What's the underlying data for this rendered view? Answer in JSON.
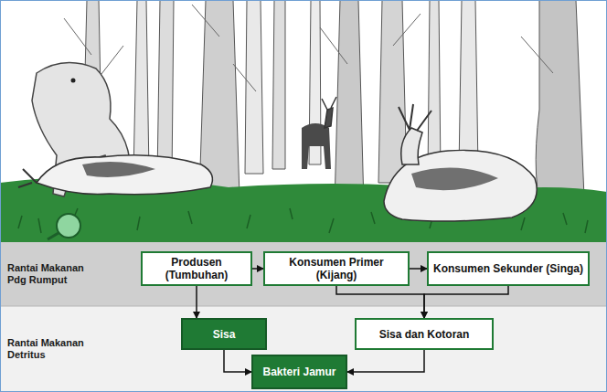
{
  "diagram": {
    "nodes": [
      {
        "text": [
          "Rantai Makanan Pdg Rumput"
        ]
      },
      {
        "text": [
          "Produsen (Tumbuhan)"
        ],
        "in": 0
      },
      {
        "text": [
          "Konsumen Primer (Kijang)"
        ],
        "in": 0
      },
      {
        "text": [
          "Konsumen Sekunder (Singa)"
        ],
        "in": 0
      },
      {
        "text": [
          "Rantai Makanan Detritus"
        ]
      },
      {
        "text": [
          "Sisa"
        ],
        "in": 4
      },
      {
        "text": [
          "Sisa dan Kotoran"
        ],
        "in": 4
      },
      {
        "text": [
          "Bakteri Jamur"
        ],
        "in": 4
      }
    ],
    "edges": [
      {
        "from": 1,
        "to": 2,
        "arrow": "to"
      },
      {
        "from": 2,
        "to": 3,
        "arrow": "to"
      },
      {
        "from": 1,
        "to": 5,
        "arrow": "to"
      },
      {
        "from": 2,
        "to": 6,
        "arrow": "to"
      },
      {
        "from": 3,
        "to": 6,
        "arrow": "to"
      },
      {
        "from": 5,
        "to": 7,
        "arrow": "to"
      },
      {
        "from": 6,
        "to": 7,
        "arrow": "to"
      }
    ]
  }
}
